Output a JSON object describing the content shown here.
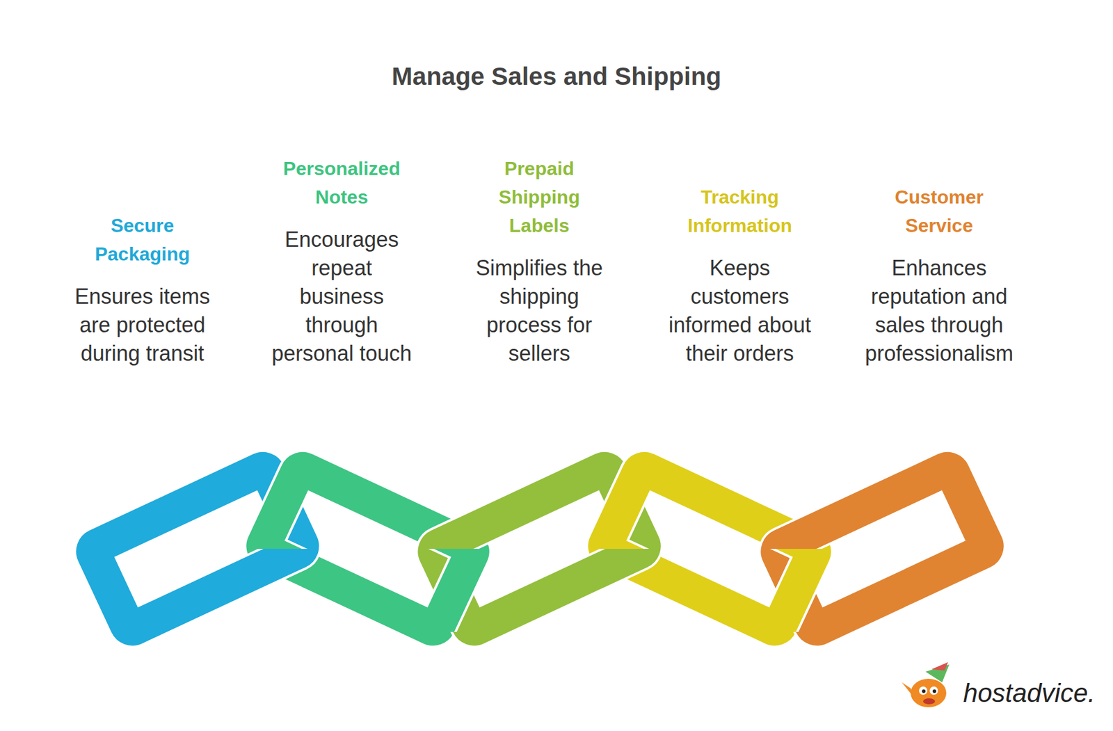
{
  "diagram": {
    "title": "Manage Sales and Shipping",
    "nodes": [
      {
        "text": [
          "Secure Packaging",
          "Ensures items are protected during transit"
        ]
      },
      {
        "text": [
          "Personalized Notes",
          "Encourages repeat business through personal touch"
        ]
      },
      {
        "text": [
          "Prepaid Shipping Labels",
          "Simplifies the shipping process for sellers"
        ]
      },
      {
        "text": [
          "Tracking Information",
          "Keeps customers informed about their orders"
        ]
      },
      {
        "text": [
          "Customer Service",
          "Enhances reputation and sales through professionalism"
        ]
      }
    ],
    "labels": [
      "hostadvice."
    ]
  }
}
